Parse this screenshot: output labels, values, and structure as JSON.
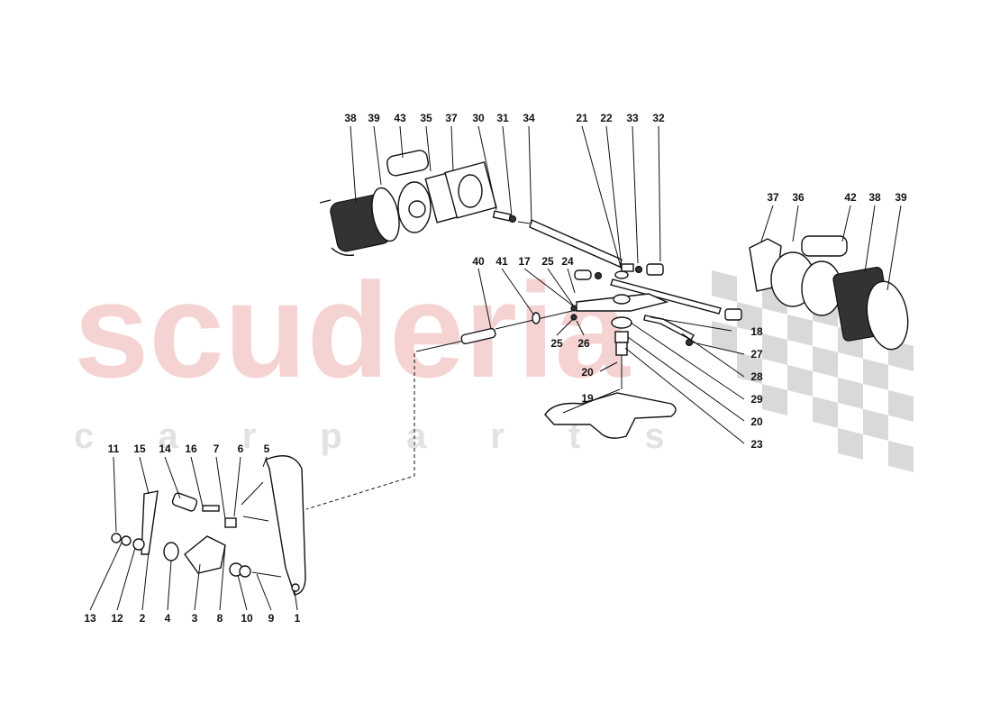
{
  "watermark": {
    "brand": "scuderia",
    "sub": "c a r   p a r t s",
    "brand_color": "#f6d3d3",
    "sub_color": "#e2e2e2",
    "flag_color": "#d9d9d9"
  },
  "labels": {
    "top_left": [
      "38",
      "39",
      "43",
      "35",
      "37",
      "30",
      "31",
      "34",
      "21",
      "22",
      "33",
      "32"
    ],
    "top_right": [
      "37",
      "36",
      "42",
      "38",
      "39"
    ],
    "middle": [
      "40",
      "41",
      "17",
      "25",
      "24",
      "25",
      "26"
    ],
    "right_column": [
      "18",
      "27",
      "28",
      "29",
      "20",
      "23"
    ],
    "center": [
      "20",
      "19"
    ],
    "pedal_top": [
      "11",
      "15",
      "14",
      "16",
      "7",
      "6",
      "5"
    ],
    "pedal_bottom": [
      "13",
      "12",
      "2",
      "4",
      "3",
      "8",
      "10",
      "9",
      "1"
    ]
  }
}
